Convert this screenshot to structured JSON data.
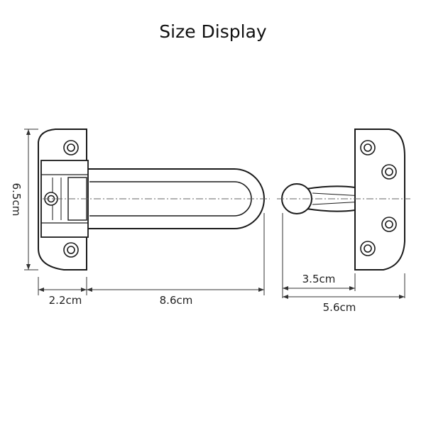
{
  "title": "Size Display",
  "dimensions": {
    "height_left": "6.5cm",
    "width_plate": "2.2cm",
    "length_arm": "8.6cm",
    "knob_length": "3.5cm",
    "total_right": "5.6cm"
  },
  "colors": {
    "line": "#1a1a1a",
    "fill": "#ffffff",
    "dim_line": "#333333"
  }
}
